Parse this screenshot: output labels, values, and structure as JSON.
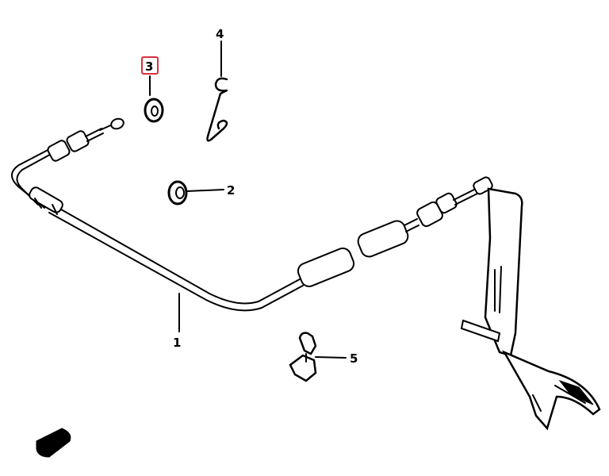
{
  "diagram": {
    "highlight_color": "#d9303e",
    "line_color": "#000000",
    "callouts": {
      "c1": "1",
      "c2": "2",
      "c3": "3",
      "c4": "4",
      "c5": "5"
    },
    "highlighted_callout": "3"
  }
}
